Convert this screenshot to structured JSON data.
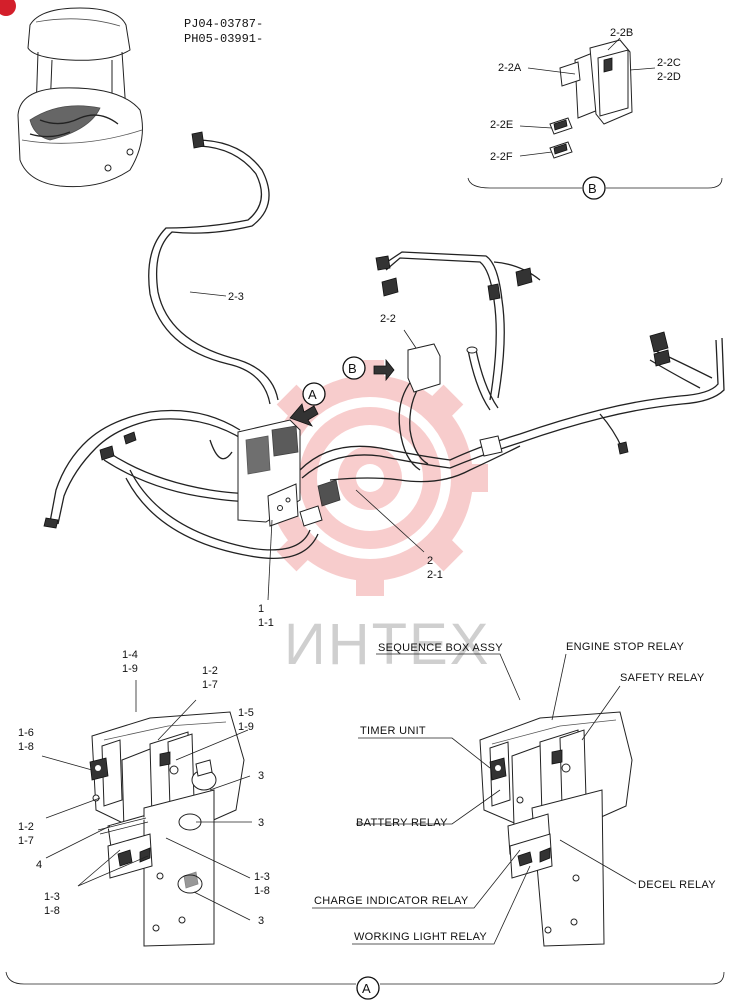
{
  "header": {
    "line1": "PJ04-03787-",
    "line2": "PH05-03991-"
  },
  "watermark": {
    "text": "ИНТЕХ",
    "gear_color": "#f2a4a4"
  },
  "view_markers": {
    "a": "A",
    "b": "B"
  },
  "main_labels": {
    "harness_2_3": "2-3",
    "harness_2_2": "2-2",
    "harness_2": "2",
    "harness_2_1": "2-1",
    "bracket_1": "1",
    "bracket_1_1": "1-1"
  },
  "detail_b": {
    "p_2_2A": "2-2A",
    "p_2_2B": "2-2B",
    "p_2_2C": "2-2C",
    "p_2_2D": "2-2D",
    "p_2_2E": "2-2E",
    "p_2_2F": "2-2F"
  },
  "detail_a_left": {
    "l_1_4": "1-4",
    "l_1_9a": "1-9",
    "l_1_2a": "1-2",
    "l_1_7a": "1-7",
    "l_1_5": "1-5",
    "l_1_9b": "1-9",
    "l_1_6": "1-6",
    "l_1_8a": "1-8",
    "l_3a": "3",
    "l_3b": "3",
    "l_3c": "3",
    "l_1_2b": "1-2",
    "l_1_7b": "1-7",
    "l_4": "4",
    "l_1_3a": "1-3",
    "l_1_8b": "1-8",
    "l_1_3b": "1-3",
    "l_1_8c": "1-8"
  },
  "detail_a_right": {
    "sequence_box": "SEQUENCE BOX ASSY",
    "engine_stop": "ENGINE STOP RELAY",
    "safety": "SAFETY RELAY",
    "timer": "TIMER UNIT",
    "battery": "BATTERY RELAY",
    "charge_indicator": "CHARGE INDICATOR RELAY",
    "decel": "DECEL RELAY",
    "working_light": "WORKING LIGHT RELAY"
  }
}
